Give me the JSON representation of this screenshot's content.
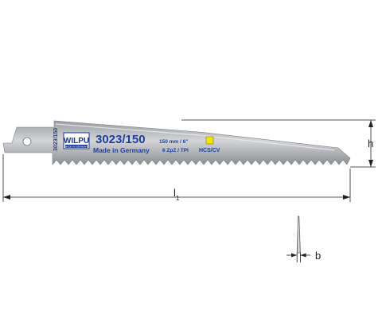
{
  "blade": {
    "brand": "WILPU",
    "brand_tagline": "MADE IN GERMANY",
    "side_code": "3023/150",
    "model": "3023/150",
    "origin": "Made in Germany",
    "length_spec": "150 mm / 6\"",
    "tooth_spec": "6 ZpZ / TPI",
    "material": "HCS/CV"
  },
  "dimensions": {
    "height_label": "h",
    "length_label": "l",
    "length_subscript": "1",
    "thickness_label": "b"
  },
  "colors": {
    "blade_dark": "#8f9296",
    "blade_light": "#d4d6d9",
    "print_blue": "#1d3fa0",
    "logo_blue": "#1a3a9a",
    "material_square": "#f2e300",
    "dim_line": "#222222"
  }
}
